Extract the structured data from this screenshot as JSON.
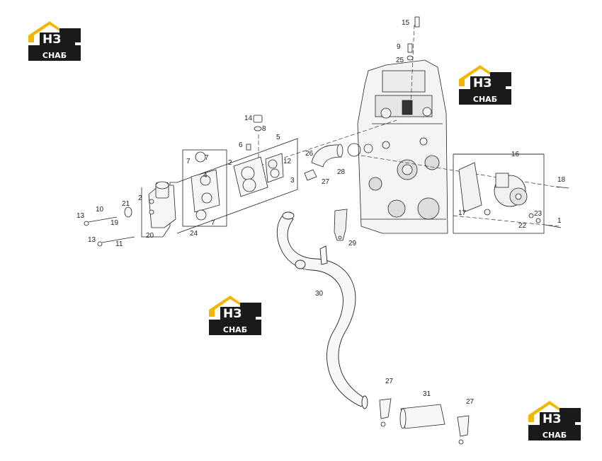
{
  "logo": {
    "big_text": "НЗ",
    "small_text": "СНАБ",
    "colors": {
      "accent": "#f2b705",
      "dark": "#1a1a1a",
      "white": "#ffffff"
    }
  },
  "labels": {
    "l1": "1",
    "l2a": "2",
    "l2b": "2",
    "l3": "3",
    "l4": "4",
    "l5": "5",
    "l6": "6",
    "l7a": "7",
    "l7b": "7",
    "l7c": "7",
    "l8": "8",
    "l9": "9",
    "l10": "10",
    "l11": "11",
    "l12": "12",
    "l13a": "13",
    "l13b": "13",
    "l14": "14",
    "l15": "15",
    "l16": "16",
    "l17": "17",
    "l18": "18",
    "l19": "19",
    "l20": "20",
    "l21": "21",
    "l22": "22",
    "l23": "23",
    "l24": "24",
    "l25": "25",
    "l26": "26",
    "l27a": "27",
    "l27b": "27",
    "l27c": "27",
    "l28": "28",
    "l29": "29",
    "l30": "30",
    "l31": "31"
  }
}
